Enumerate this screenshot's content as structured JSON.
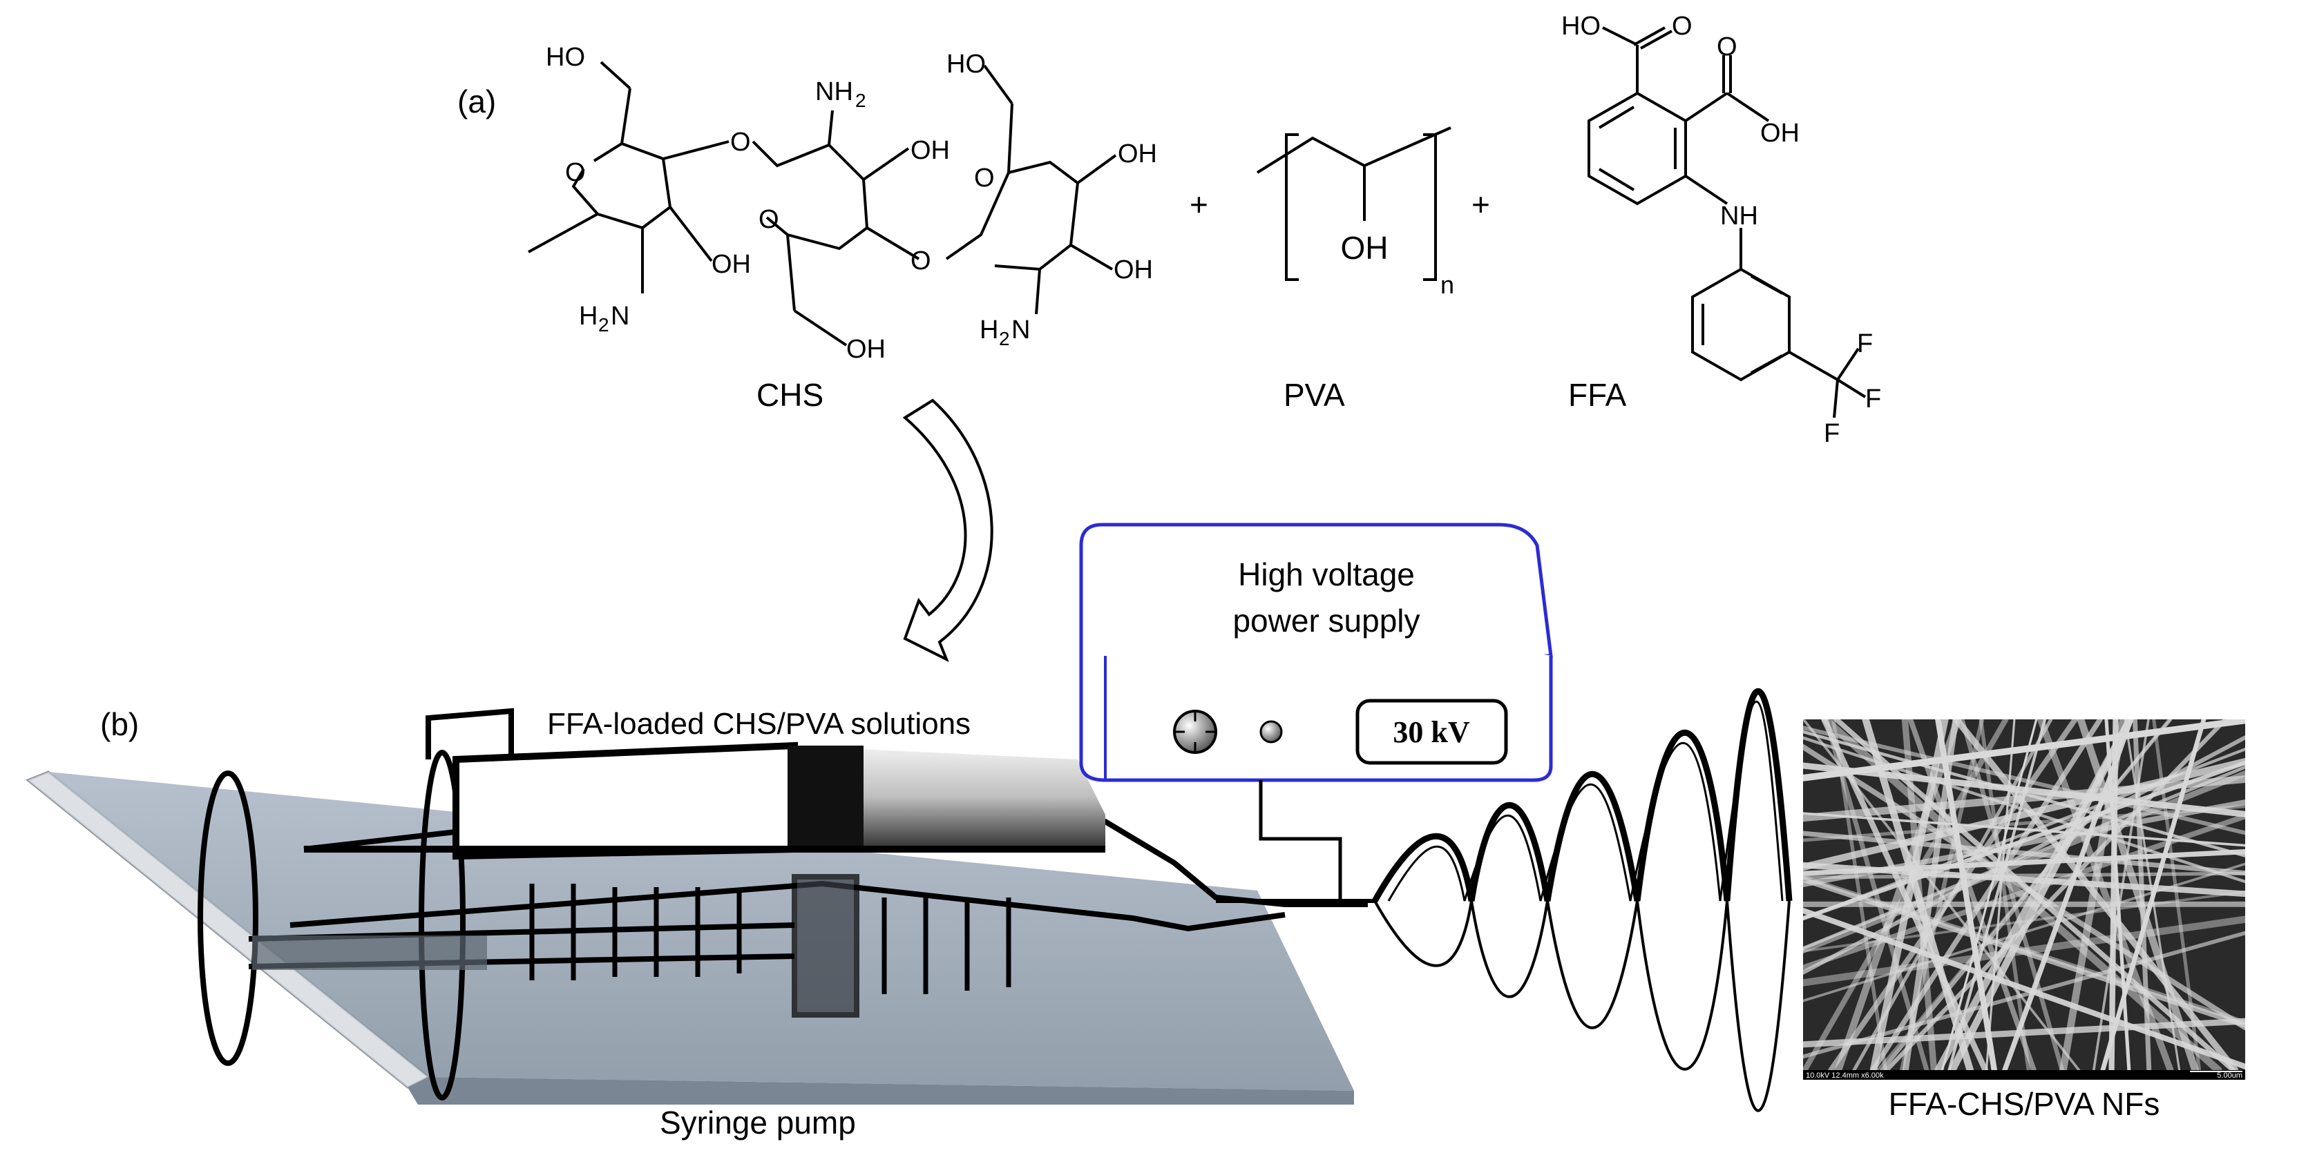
{
  "panels": {
    "a": "(a)",
    "b": "(b)"
  },
  "chs": {
    "label": "CHS",
    "groups": {
      "ho_top_left": "HO",
      "nh2_top": "NH",
      "nh2_top_sub": "2",
      "oh_mid": "OH",
      "ho_top_right": "HO",
      "oh_right_top": "OH",
      "oh_ring1": "OH",
      "oh_right_bottom": "OH",
      "h2n_left": "H",
      "h2n_left_sub": "2",
      "h2n_left_n": "N",
      "oh_bottom": "OH",
      "h2n_right": "H",
      "h2n_right_sub": "2",
      "h2n_right_n": "N",
      "o_ring1": "O",
      "o_link1": "O",
      "o_ring2": "O",
      "o_link2": "O",
      "o_ring3": "O"
    }
  },
  "pva": {
    "label": "PVA",
    "oh": "OH",
    "n": "n"
  },
  "ffa": {
    "label": "FFA",
    "ho": "HO",
    "o_top": "O",
    "o_mid": "O",
    "oh": "OH",
    "nh": "NH",
    "f1": "F",
    "f2": "F",
    "f3": "F"
  },
  "plus_signs": [
    "+",
    "+"
  ],
  "setup": {
    "solution_label": "FFA-loaded CHS/PVA solutions",
    "pump_label": "Syringe pump",
    "power_supply_line1": "High voltage",
    "power_supply_line2": "power supply",
    "voltage": "30 kV",
    "fibers_label": "FFA-CHS/PVA NFs",
    "sem_info": "10.0kV 12.4mm x6.00k",
    "sem_scale": "5.00um"
  },
  "colors": {
    "power_supply_outline": "#2b2bd6",
    "pump_fill": "#9aa7b6",
    "sem_background": "#2a2a2a",
    "sem_fiber": "#d9d9d9"
  }
}
